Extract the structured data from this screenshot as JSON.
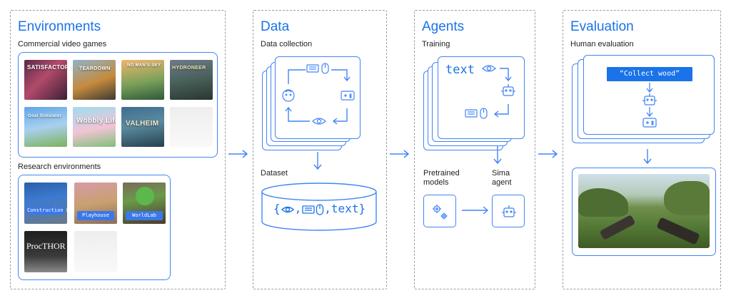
{
  "environments": {
    "title": "Environments",
    "commercial_label": "Commercial video games",
    "games": [
      {
        "label": "SATISFACTORY"
      },
      {
        "label": "TEARDOWN"
      },
      {
        "label": "NO MAN'S SKY"
      },
      {
        "label": "HYDRONEER"
      },
      {
        "label": "Goat Simulator"
      },
      {
        "label": "Wobbly Life"
      },
      {
        "label": "VALHEIM"
      }
    ],
    "research_label": "Research environments",
    "research": [
      {
        "label": "Construction\nLab"
      },
      {
        "label": "Playhouse"
      },
      {
        "label": "WorldLab"
      },
      {
        "label": "ProcTHOR"
      }
    ]
  },
  "data": {
    "title": "Data",
    "collection_label": "Data collection",
    "dataset_label": "Dataset",
    "dataset_content": "text"
  },
  "agents": {
    "title": "Agents",
    "training_label": "Training",
    "training_text": "text",
    "pretrained_label": "Pretrained\nmodels",
    "sima_label": "Sima\nagent"
  },
  "evaluation": {
    "title": "Evaluation",
    "human_label": "Human evaluation",
    "instruction": "“Collect wood”"
  },
  "colors": {
    "accent": "#1a73e8",
    "stroke": "#4285f4",
    "dashed": "#9aa0a6"
  },
  "icons": [
    "keyboard-icon",
    "mouse-icon",
    "eye-icon",
    "gamepad-icon",
    "face-icon",
    "robot-icon",
    "gears-icon"
  ]
}
